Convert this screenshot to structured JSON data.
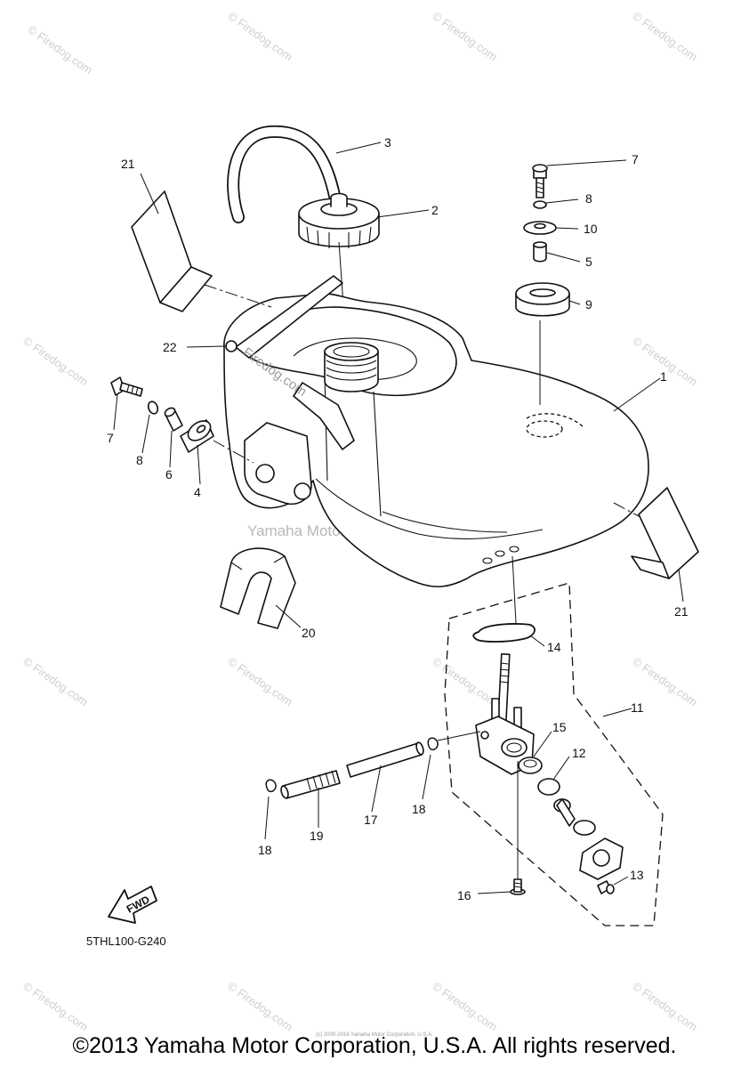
{
  "diagram": {
    "parts": [
      {
        "id": "1",
        "label": "1"
      },
      {
        "id": "2",
        "label": "2"
      },
      {
        "id": "3",
        "label": "3"
      },
      {
        "id": "4",
        "label": "4"
      },
      {
        "id": "5",
        "label": "5"
      },
      {
        "id": "6",
        "label": "6"
      },
      {
        "id": "7a",
        "label": "7"
      },
      {
        "id": "7b",
        "label": "7"
      },
      {
        "id": "8a",
        "label": "8"
      },
      {
        "id": "8b",
        "label": "8"
      },
      {
        "id": "9",
        "label": "9"
      },
      {
        "id": "10",
        "label": "10"
      },
      {
        "id": "11",
        "label": "11"
      },
      {
        "id": "12",
        "label": "12"
      },
      {
        "id": "13",
        "label": "13"
      },
      {
        "id": "14",
        "label": "14"
      },
      {
        "id": "15",
        "label": "15"
      },
      {
        "id": "16",
        "label": "16"
      },
      {
        "id": "17",
        "label": "17"
      },
      {
        "id": "18a",
        "label": "18"
      },
      {
        "id": "18b",
        "label": "18"
      },
      {
        "id": "19",
        "label": "19"
      },
      {
        "id": "20",
        "label": "20"
      },
      {
        "id": "21a",
        "label": "21"
      },
      {
        "id": "21b",
        "label": "21"
      },
      {
        "id": "22",
        "label": "22"
      }
    ],
    "fwd_label": "FWD",
    "diagram_code": "5THL100-G240"
  },
  "watermarks": {
    "site": "© Firedog.com",
    "tank_stamp": "Firedog.com",
    "center": "Yamaha Motor Corp., U.S.A."
  },
  "footer": {
    "tiny_credit": "(c) 2000-2016 Yamaha Motor Corporation, U.S.A.",
    "copyright": "©2013 Yamaha Motor Corporation, U.S.A. All rights reserved."
  }
}
